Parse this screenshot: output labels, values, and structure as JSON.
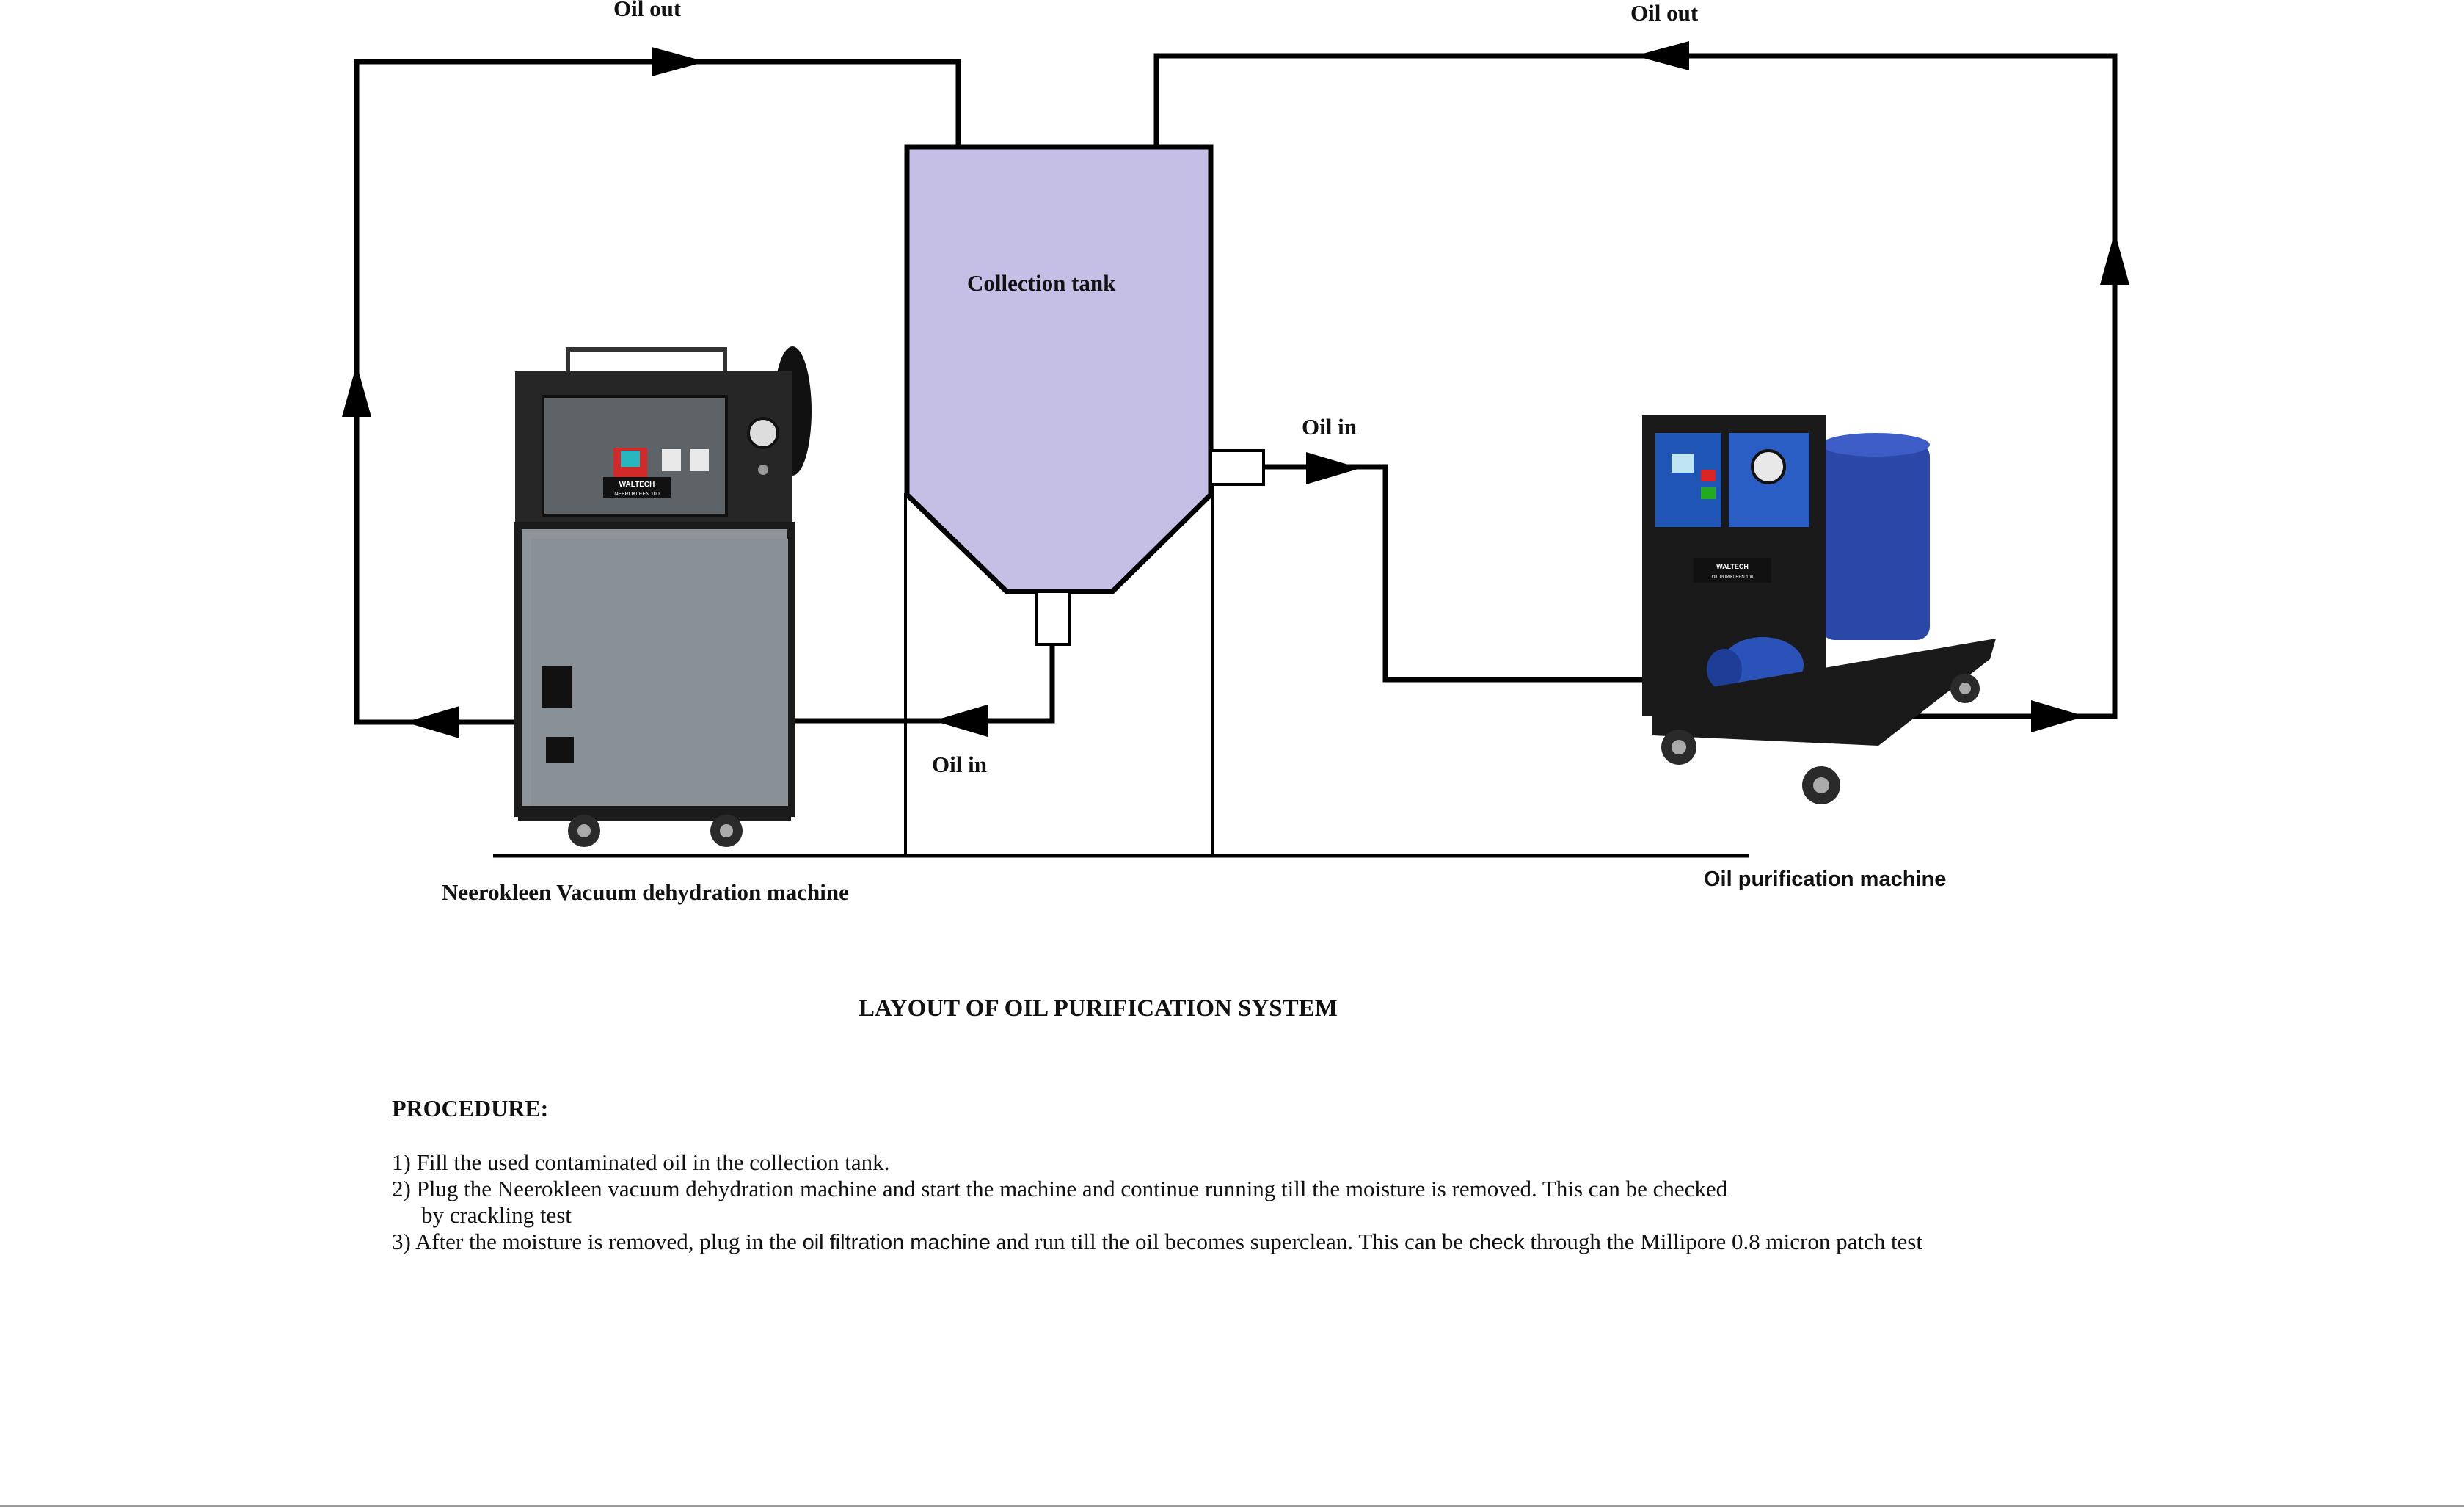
{
  "labels": {
    "oil_out_left": "Oil out",
    "oil_out_right": "Oil out",
    "collection_tank": "Collection tank",
    "oil_in_right": "Oil in",
    "oil_in_bottom": "Oil in",
    "left_machine": "Neerokleen Vacuum dehydration machine",
    "right_machine": "Oil purification machine",
    "left_machine_brand": "WALTECH",
    "left_machine_model": "NEEROKLEEN 100",
    "right_machine_brand": "WALTECH",
    "right_machine_model": "OIL PURIKLEEN 100"
  },
  "title": "LAYOUT OF OIL PURIFICATION SYSTEM",
  "procedure": {
    "heading": "PROCEDURE:",
    "step1": "1) Fill the used contaminated oil in the collection tank.",
    "step2_a": "2) Plug the Neerokleen vacuum dehydration machine and start the machine and continue running till the moisture is removed. This can be checked",
    "step2_b": "by crackling test",
    "step3_a": "3) After the moisture is removed, plug in the ",
    "step3_b": "oil filtration machine",
    "step3_c": " and run till the oil becomes superclean. This can be ",
    "step3_d": "check",
    "step3_e": " through the Millipore 0.8 micron patch test"
  },
  "colors": {
    "tank_fill": "#c5bfe6",
    "line": "#000000",
    "left_machine_body": "#8a9196",
    "left_machine_top": "#2a2a2a",
    "right_machine_panel": "#1f56b5",
    "right_machine_tank": "#2b47a8"
  }
}
